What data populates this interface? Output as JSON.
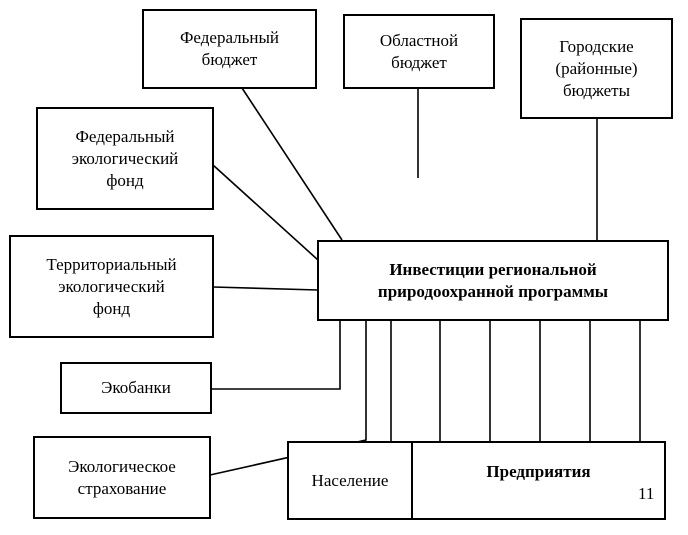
{
  "sources": {
    "federal_budget": "Федеральный\nбюджет",
    "regional_budget": "Областной\nбюджет",
    "city_budgets": "Городские\n(районные)\nбюджеты",
    "federal_eco_fund": "Федеральный\nэкологический\nфонд",
    "territorial_eco_fund": "Территориальный\nэкологический\nфонд",
    "ecobanks": "Экобанки",
    "eco_insurance": "Экологическое\nстрахование"
  },
  "center": {
    "title": "Инвестиции региональной\nприродоохранной программы"
  },
  "recipients": {
    "population": "Население",
    "enterprises": "Предприятия"
  },
  "page_number": "11"
}
